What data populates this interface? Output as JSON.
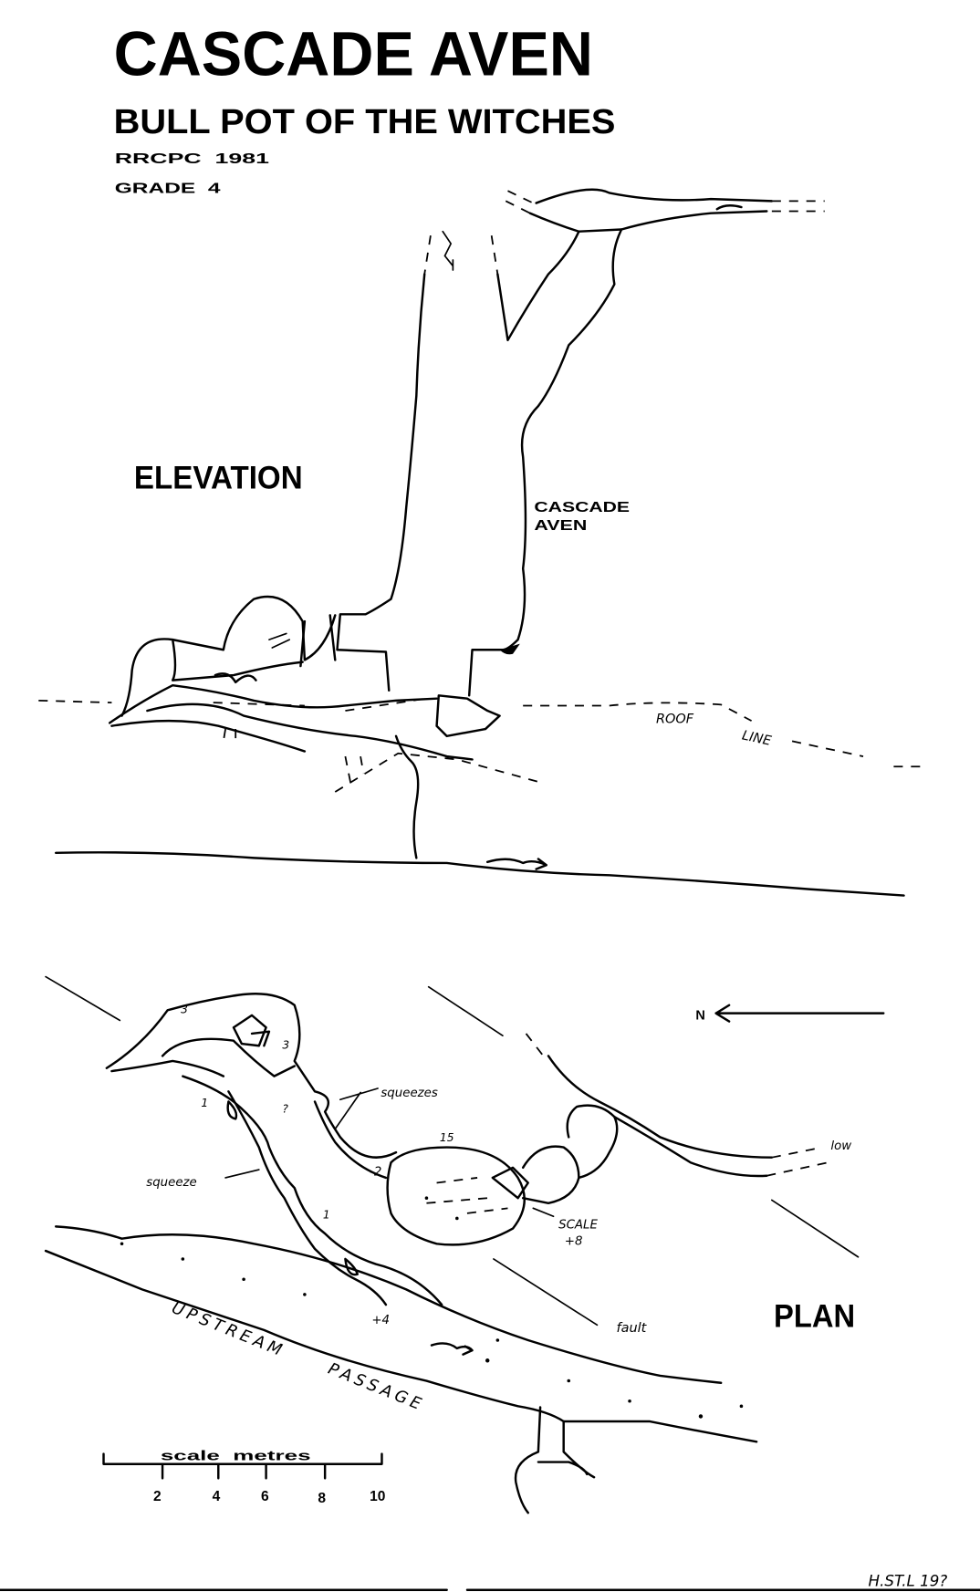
{
  "title": "CASCADE AVEN",
  "subtitle": "BULL POT OF THE WITCHES",
  "club_year": "RRCPC  1981",
  "grade": "GRADE  4",
  "elevation": {
    "label": "ELEVATION",
    "aven_label_1": "CASCADE",
    "aven_label_2": "AVEN",
    "roof_label_1": "ROOF",
    "roof_label_2": "LINE"
  },
  "plan": {
    "label": "PLAN",
    "north": "N",
    "squeezes": "squeezes",
    "squeeze": "squeeze",
    "low": "low",
    "scale_label_1": "SCALE",
    "scale_label_2": "+8",
    "fault": "fault",
    "upstream": "UPSTREAM",
    "passage": "PASSAGE",
    "heights": [
      "3",
      "3",
      "1",
      "?",
      "15",
      "-2",
      "1",
      "+4"
    ]
  },
  "scale_bar": {
    "label": "scale  metres",
    "ticks": [
      "2",
      "4",
      "6",
      "8",
      "10"
    ]
  },
  "signature": "H.ST.L 19?"
}
